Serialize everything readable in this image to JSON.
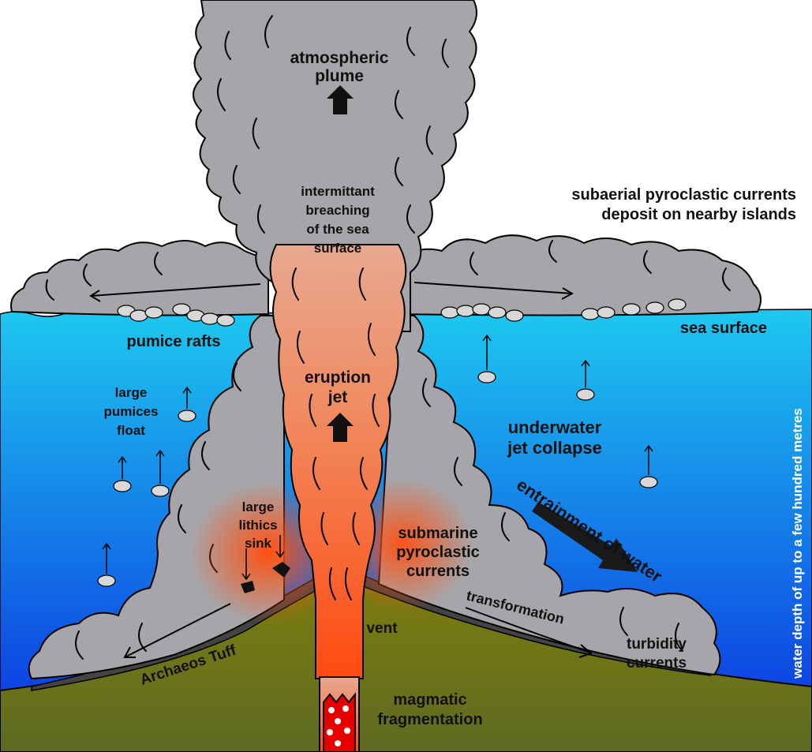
{
  "labels": {
    "atmospheric_plume_1": "atmospheric",
    "atmospheric_plume_2": "plume",
    "breaching_1": "intermittant",
    "breaching_2": "breaching",
    "breaching_3": "of the sea",
    "breaching_4": "surface",
    "subaerial_1": "subaerial pyroclastic currents",
    "subaerial_2": "deposit on nearby islands",
    "pumice_rafts": "pumice rafts",
    "sea_surface": "sea surface",
    "large_pumices_1": "large",
    "large_pumices_2": "pumices",
    "large_pumices_3": "float",
    "eruption_jet_1": "eruption",
    "eruption_jet_2": "jet",
    "underwater_1": "underwater",
    "underwater_2": "jet collapse",
    "entrainment": "entrainment of water",
    "large_lithics_1": "large",
    "large_lithics_2": "lithics",
    "large_lithics_3": "sink",
    "submarine_1": "submarine",
    "submarine_2": "pyroclastic",
    "submarine_3": "currents",
    "transformation": "transformation",
    "turbidity_1": "turbidity",
    "turbidity_2": "currents",
    "vent": "vent",
    "archaeos_tuff": "Archaeos Tuff",
    "magmatic_1": "magmatic",
    "magmatic_2": "fragmentation",
    "water_depth": "water depth of up to a few hundred metres"
  },
  "colors": {
    "sky": "#ffffff",
    "sea_top": "#1ec8f0",
    "sea_bottom": "#0a2fe0",
    "plume": "#a6a6aa",
    "jet_top": "#f0b08a",
    "jet_bottom": "#ff5a1a",
    "ground": "#7a7a10",
    "tuff": "#444444",
    "pumice": "#d8d8d8",
    "magma": "#e60000"
  }
}
